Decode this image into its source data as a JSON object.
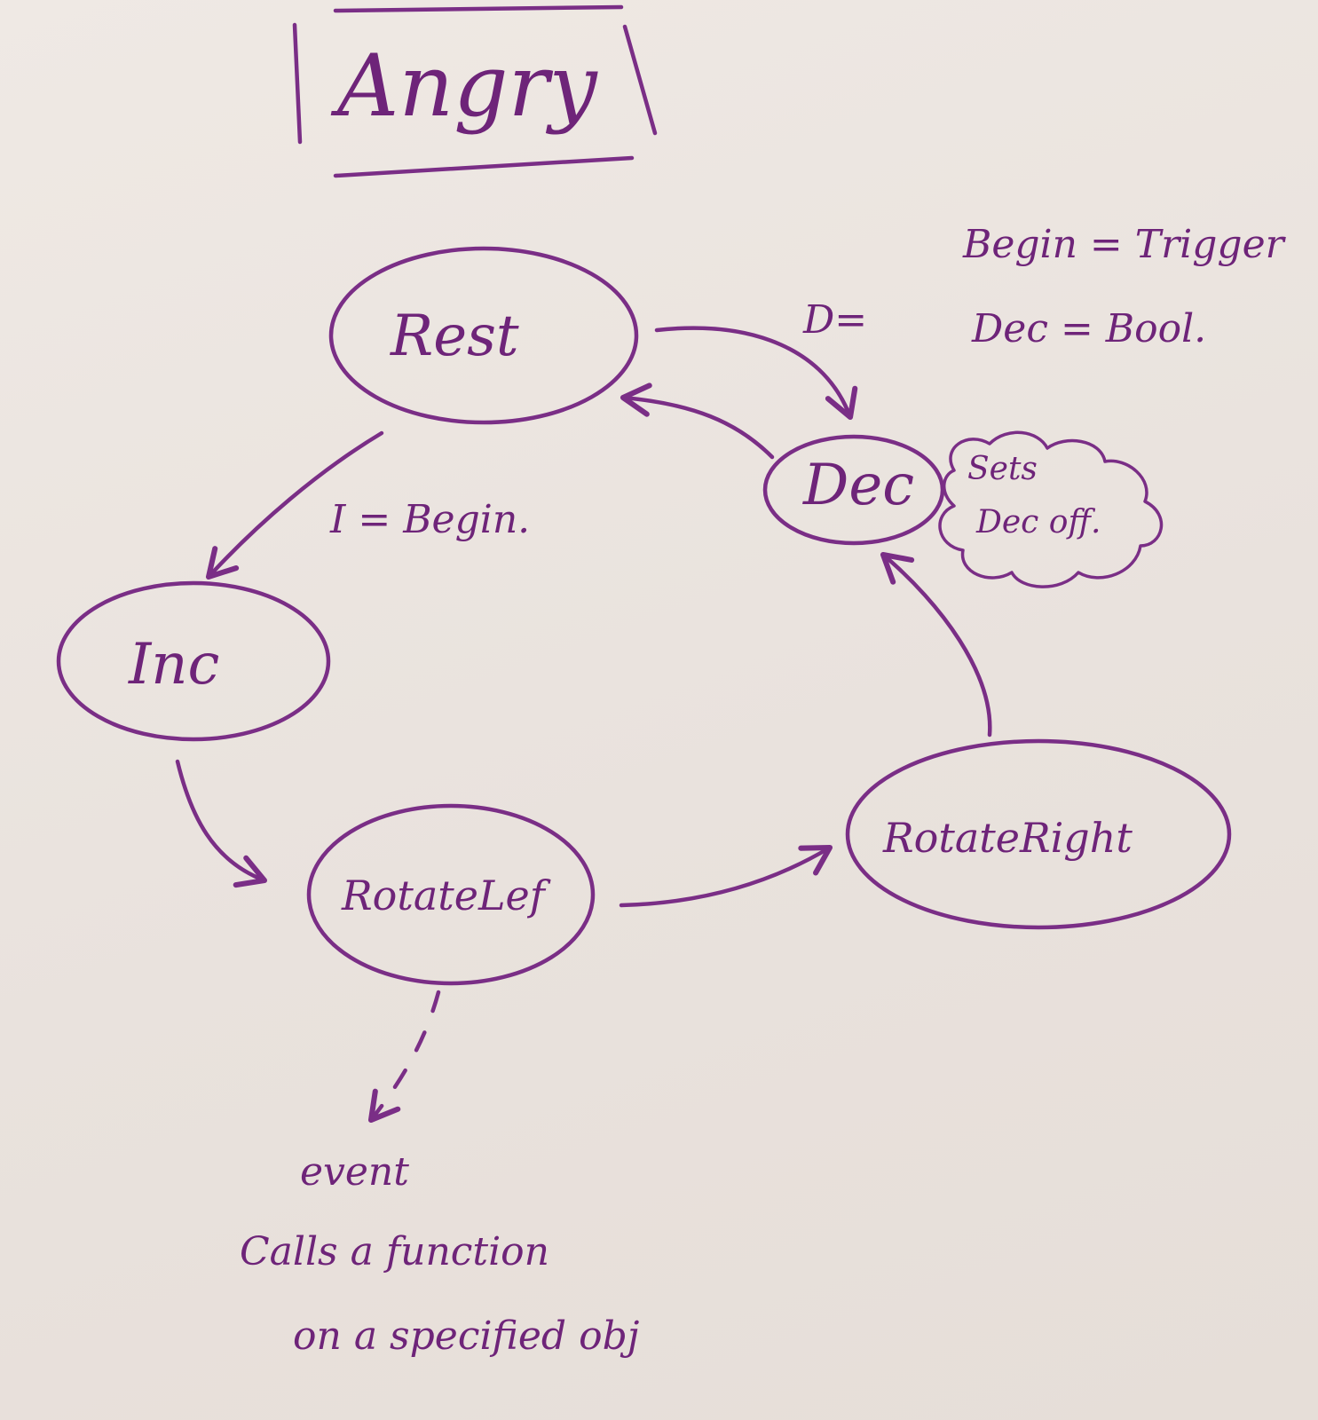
{
  "title": "Angry",
  "states": {
    "rest": "Rest",
    "dec": "Dec",
    "inc": "Inc",
    "rotate_left": "RotateLef",
    "rotate_right": "RotateRight"
  },
  "transitions": {
    "rest_to_dec": "D=",
    "rest_to_inc": "I = Begin."
  },
  "legend": {
    "line1": "Begin = Trigger",
    "line2": "Dec = Bool."
  },
  "dec_note": {
    "line1": "Sets",
    "line2": "Dec off."
  },
  "event_note": {
    "line1": "event",
    "line2": "Calls a function",
    "line3": "on a specified obj"
  },
  "colors": {
    "ink": "#7a2e86",
    "paper": "#ebe4df"
  }
}
